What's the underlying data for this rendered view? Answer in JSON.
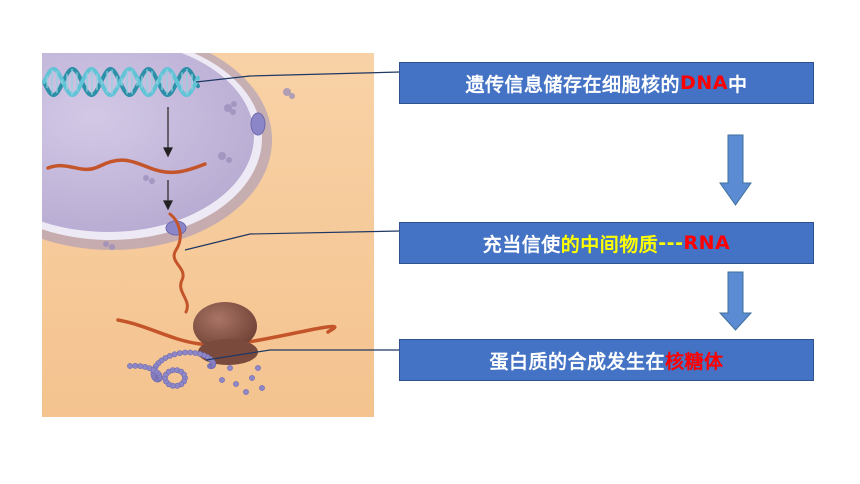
{
  "boxes": [
    {
      "id": "dna",
      "segments": [
        {
          "text": "遗传信息储存在细胞核的",
          "color": "white"
        },
        {
          "text": "DNA",
          "color": "red"
        },
        {
          "text": "中",
          "color": "white"
        }
      ]
    },
    {
      "id": "rna",
      "segments": [
        {
          "text": "充当信使",
          "color": "white"
        },
        {
          "text": "的中间物质",
          "color": "yellow"
        },
        {
          "text": "---",
          "color": "yellow"
        },
        {
          "text": "RNA",
          "color": "red"
        }
      ]
    },
    {
      "id": "protein",
      "segments": [
        {
          "text": "蛋白质的合成发生在",
          "color": "white"
        },
        {
          "text": "核糖体",
          "color": "red"
        }
      ]
    }
  ],
  "colors": {
    "box_fill": "#4472C4",
    "cytoplasm": "#F6C994",
    "nucleus": "#C6BBDD",
    "dna_strand": "#2E8FA8",
    "mrna_strand": "#C4552A",
    "ribosome": "#8A5648",
    "amino_acid": "#8E88C8"
  },
  "icons": [
    "dna-helix-icon",
    "ribosome-icon",
    "mrna-strand-icon",
    "amino-acid-chain-icon",
    "nuclear-pore-icon"
  ]
}
